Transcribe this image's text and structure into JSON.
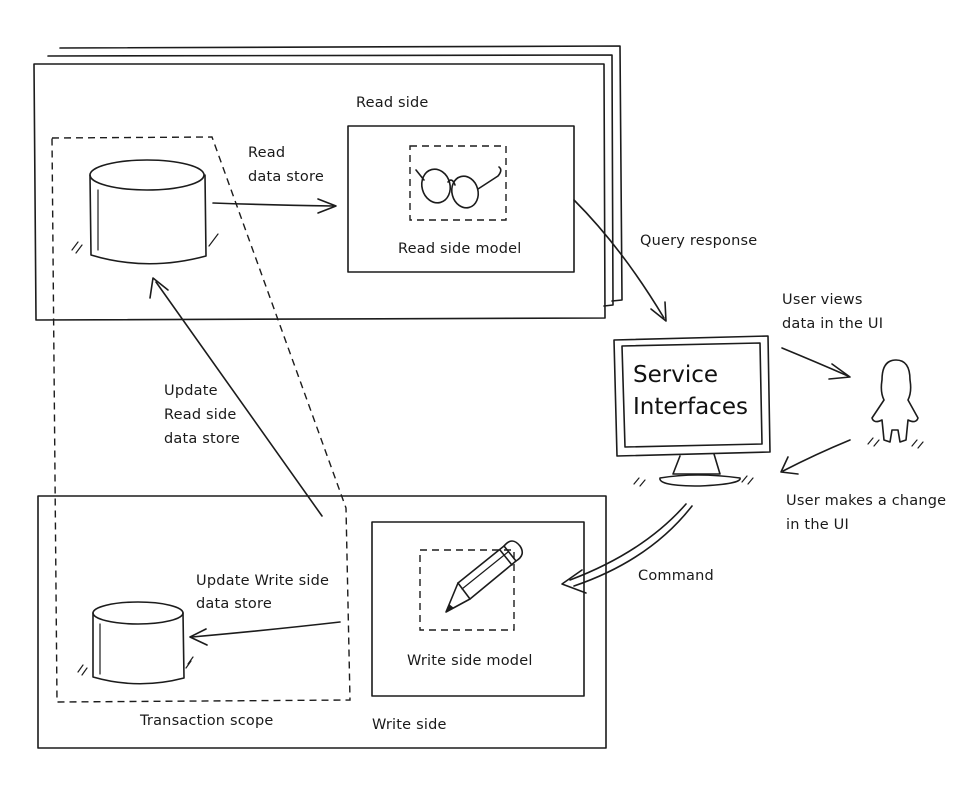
{
  "labels": {
    "read_side": "Read side",
    "read_data_store_line1": "Read",
    "read_data_store_line2": "data store",
    "read_side_model": "Read side model",
    "query_response": "Query response",
    "user_views_line1": "User views",
    "user_views_line2": "data in the UI",
    "service_line1": "Service",
    "service_line2": "Interfaces",
    "update_read_line1": "Update",
    "update_read_line2": "Read side",
    "update_read_line3": "data store",
    "user_change_line1": "User makes a change",
    "user_change_line2": "in the UI",
    "command": "Command",
    "update_write_line1": "Update Write side",
    "update_write_line2": "data store",
    "write_side_model": "Write side model",
    "transaction_scope": "Transaction scope",
    "write_side": "Write side"
  },
  "icons": {
    "read_model_icon": "glasses-icon",
    "write_model_icon": "pencil-icon",
    "read_store_icon": "database-icon",
    "write_store_icon": "database-icon",
    "user_icon": "person-icon",
    "ui_icon": "monitor-icon"
  }
}
